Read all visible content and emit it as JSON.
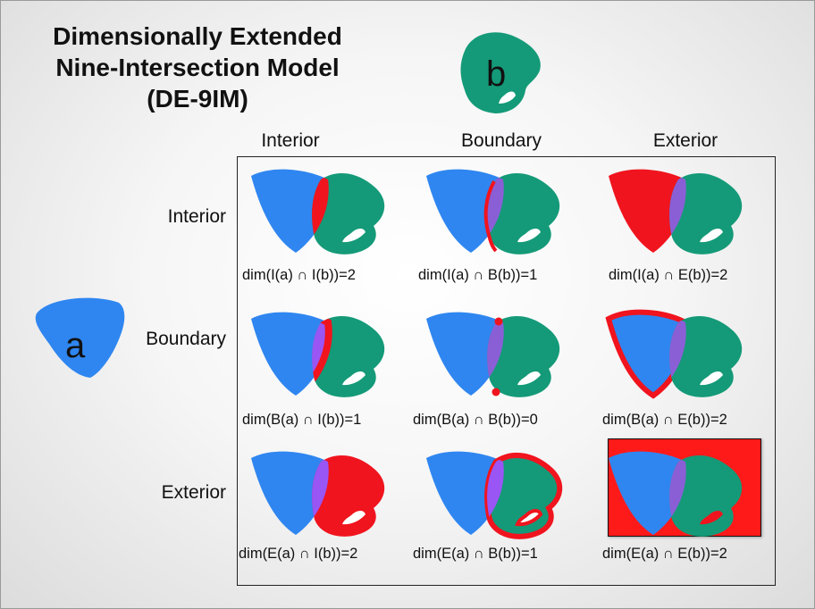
{
  "title": {
    "line1": "Dimensionally Extended",
    "line2": "Nine-Intersection Model",
    "line3": "(DE-9IM)"
  },
  "geometry_b_label": "b",
  "geometry_a_label": "a",
  "columns": [
    "Interior",
    "Boundary",
    "Exterior"
  ],
  "rows": [
    "Interior",
    "Boundary",
    "Exterior"
  ],
  "captions": [
    [
      "dim(I(a) ∩ I(b))=2",
      "dim(I(a) ∩ B(b))=1",
      "dim(I(a) ∩ E(b))=2"
    ],
    [
      "dim(B(a) ∩ I(b))=1",
      "dim(B(a) ∩ B(b))=0",
      "dim(B(a) ∩ E(b))=2"
    ],
    [
      "dim(E(a) ∩ I(b))=2",
      "dim(E(a) ∩ B(b))=1",
      "dim(E(a) ∩ E(b))=2"
    ]
  ],
  "colors": {
    "a_blue": "#2f86f0",
    "b_green": "#149a78",
    "highlight_red": "#f0141e",
    "overlap_purple": "#8a5fd6"
  }
}
